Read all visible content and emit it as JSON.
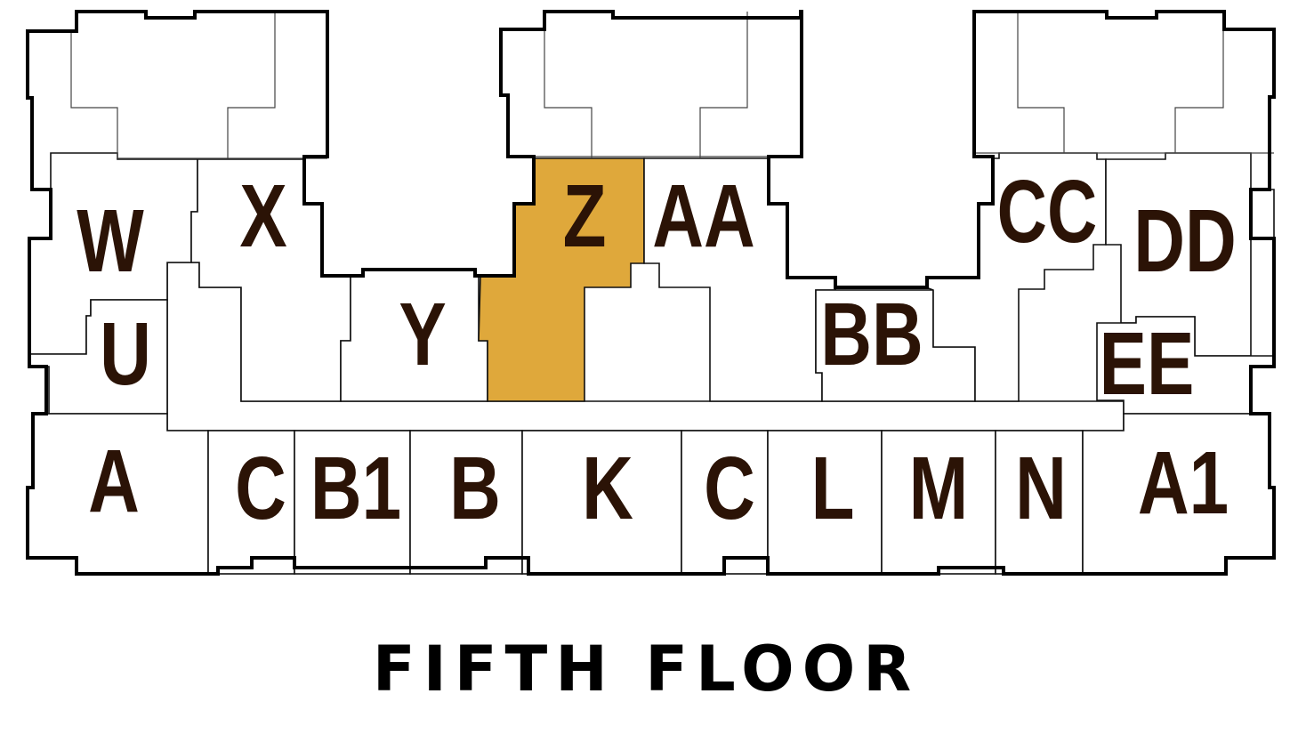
{
  "floor_title": "FIFTH FLOOR",
  "highlight_color": "#dfa83b",
  "label_color": "#2b1306",
  "selected_unit": "Z",
  "units": {
    "W": "W",
    "X": "X",
    "Z": "Z",
    "AA": "AA",
    "CC": "CC",
    "DD": "DD",
    "U": "U",
    "Y": "Y",
    "BB": "BB",
    "EE": "EE",
    "A": "A",
    "C_left": "C",
    "B1": "B1",
    "B": "B",
    "K": "K",
    "C_right": "C",
    "L": "L",
    "M": "M",
    "N": "N",
    "A1": "A1"
  }
}
